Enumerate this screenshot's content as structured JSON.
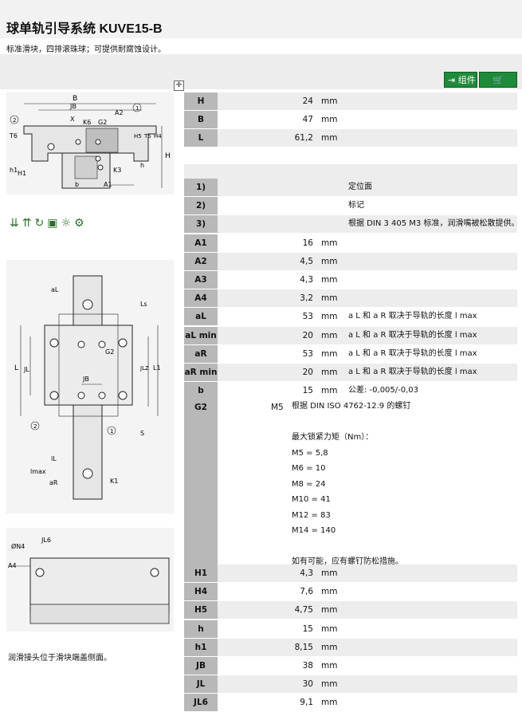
{
  "title": "球单轨引导系统 KUVE15-B",
  "subtitle": "标准滑块，四排滚珠球；可提供耐腐蚀设计。",
  "buttons": {
    "component": "组件",
    "cart": ""
  },
  "rows": [
    {
      "label": "H",
      "value": "24",
      "unit": "mm",
      "desc": ""
    },
    {
      "label": "B",
      "value": "47",
      "unit": "mm",
      "desc": ""
    },
    {
      "label": "L",
      "value": "61,2",
      "unit": "mm",
      "desc": ""
    }
  ],
  "rows2": [
    {
      "label": "1)",
      "value": "",
      "unit": "",
      "desc": "定位面"
    },
    {
      "label": "2)",
      "value": "",
      "unit": "",
      "desc": "标记"
    },
    {
      "label": "3)",
      "value": "",
      "unit": "",
      "desc": "根据 DIN 3 405 M3 标准，润滑嘴被松散提供。"
    },
    {
      "label": "A1",
      "value": "16",
      "unit": "mm",
      "desc": ""
    },
    {
      "label": "A2",
      "value": "4,5",
      "unit": "mm",
      "desc": ""
    },
    {
      "label": "A3",
      "value": "4,3",
      "unit": "mm",
      "desc": ""
    },
    {
      "label": "A4",
      "value": "3,2",
      "unit": "mm",
      "desc": ""
    },
    {
      "label": "aL max",
      "value": "53",
      "unit": "mm",
      "desc": "a L 和 a R 取决于导轨的长度 l max"
    },
    {
      "label": "aL min",
      "value": "20",
      "unit": "mm",
      "desc": "a L 和 a R 取决于导轨的长度 l max"
    },
    {
      "label": "aR max",
      "value": "53",
      "unit": "mm",
      "desc": "a L 和 a R 取决于导轨的长度 l max"
    },
    {
      "label": "aR min",
      "value": "20",
      "unit": "mm",
      "desc": "a L 和 a R 取决于导轨的长度 l max"
    },
    {
      "label": "b",
      "value": "15",
      "unit": "mm",
      "desc": "公差: -0,005/-0,03"
    }
  ],
  "g2": {
    "label": "G2",
    "value": "M5",
    "lines": [
      "根据 DIN ISO 4762-12.9 的螺钉",
      "",
      "最大锁紧力矩（Nm）：",
      "M5 = 5,8",
      "M6 = 10",
      "M8 = 24",
      "M10 = 41",
      "M12 = 83",
      "M14 = 140",
      "",
      "如有可能，应有螺钉防松措施。"
    ]
  },
  "rows3": [
    {
      "label": "H1",
      "value": "4,3",
      "unit": "mm"
    },
    {
      "label": "H4",
      "value": "7,6",
      "unit": "mm"
    },
    {
      "label": "H5",
      "value": "4,75",
      "unit": "mm"
    },
    {
      "label": "h",
      "value": "15",
      "unit": "mm"
    },
    {
      "label": "h1",
      "value": "8,15",
      "unit": "mm"
    },
    {
      "label": "JB",
      "value": "38",
      "unit": "mm"
    },
    {
      "label": "JL",
      "value": "30",
      "unit": "mm"
    },
    {
      "label": "JL6",
      "value": "9,1",
      "unit": "mm"
    }
  ],
  "caption": "润滑接头位于滑块端盖侧面。",
  "drawing1": {
    "B": "B",
    "JB": "JB",
    "A2": "A2",
    "X": "X",
    "K6": "K6",
    "G2": "G2",
    "H5": "H5",
    "T5": "T5",
    "H4": "H4",
    "T6": "T6",
    "H": "H",
    "h": "h",
    "h1": "h1",
    "H1": "H1",
    "K3": "K3",
    "b": "b",
    "A1": "A1",
    "c1": "1",
    "c2": "2"
  },
  "drawing2": {
    "aL": "aL",
    "Ls": "Ls",
    "G2": "G2",
    "JB": "JB",
    "L": "L",
    "JL": "JL",
    "JLZ": "JLZ",
    "L1": "L1",
    "S": "S",
    "IL": "lL",
    "Imax": "lmax",
    "aR": "aR",
    "K1": "K1",
    "c1": "1",
    "c2": "2"
  },
  "drawing3": {
    "N4": "ØN4",
    "JL6": "JL6",
    "A4": "A4"
  }
}
